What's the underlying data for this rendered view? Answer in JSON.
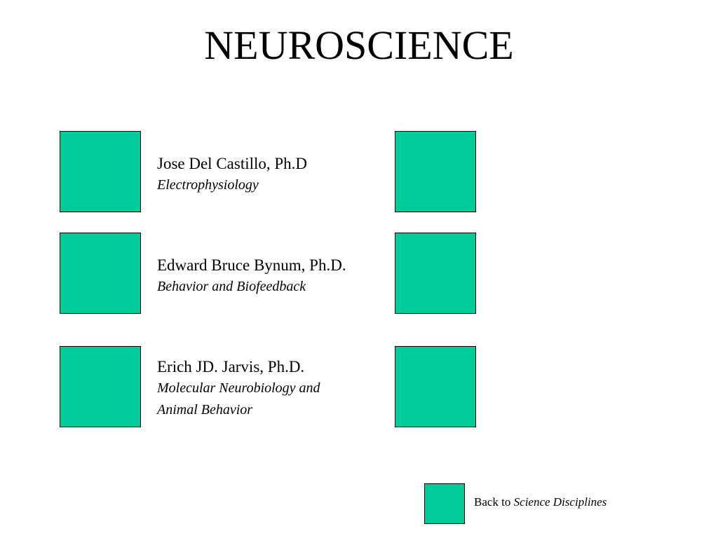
{
  "page": {
    "title": "NEUROSCIENCE",
    "accent_color": "#00cc99"
  },
  "people": [
    {
      "name": "Jose Del Castillo, Ph.D",
      "field_line1": "Electrophysiology",
      "field_line2": ""
    },
    {
      "name": "Edward Bruce Bynum, Ph.D.",
      "field_line1": "Behavior and Biofeedback",
      "field_line2": ""
    },
    {
      "name": "Erich JD. Jarvis, Ph.D.",
      "field_line1": "Molecular Neurobiology and",
      "field_line2": "Animal Behavior"
    }
  ],
  "footer": {
    "back_prefix": "Back to ",
    "back_link": "Science Disciplines"
  }
}
